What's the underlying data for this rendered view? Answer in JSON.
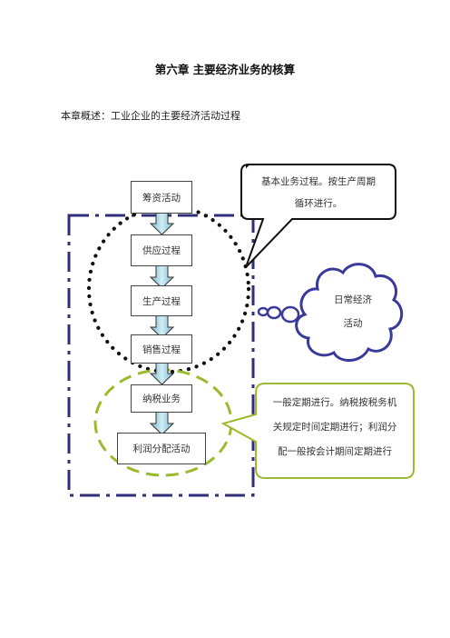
{
  "document": {
    "title": "第六章 主要经济业务的核算",
    "overview": "本章概述：工业企业的主要经济活动过程"
  },
  "diagram": {
    "steps": [
      "筹资活动",
      "供应过程",
      "生产过程",
      "销售过程",
      "纳税业务",
      "利润分配活动"
    ],
    "callout_top": [
      "基本业务过程。按生产周期",
      "循环进行。"
    ],
    "cloud": [
      "日常经济",
      "活动"
    ],
    "callout_bottom": [
      "一般定期进行。纳税按税务机",
      "关规定时间定期进行；利润分",
      "配一般按会计期间定期进行"
    ],
    "colors": {
      "dashdot_frame": "#2e2e7a",
      "dotted_circle": "#111111",
      "green_dashed": "#9bbb2f",
      "cloud_outline": "#3a3a9a",
      "arrow_fill": "#a8d4e2"
    }
  }
}
